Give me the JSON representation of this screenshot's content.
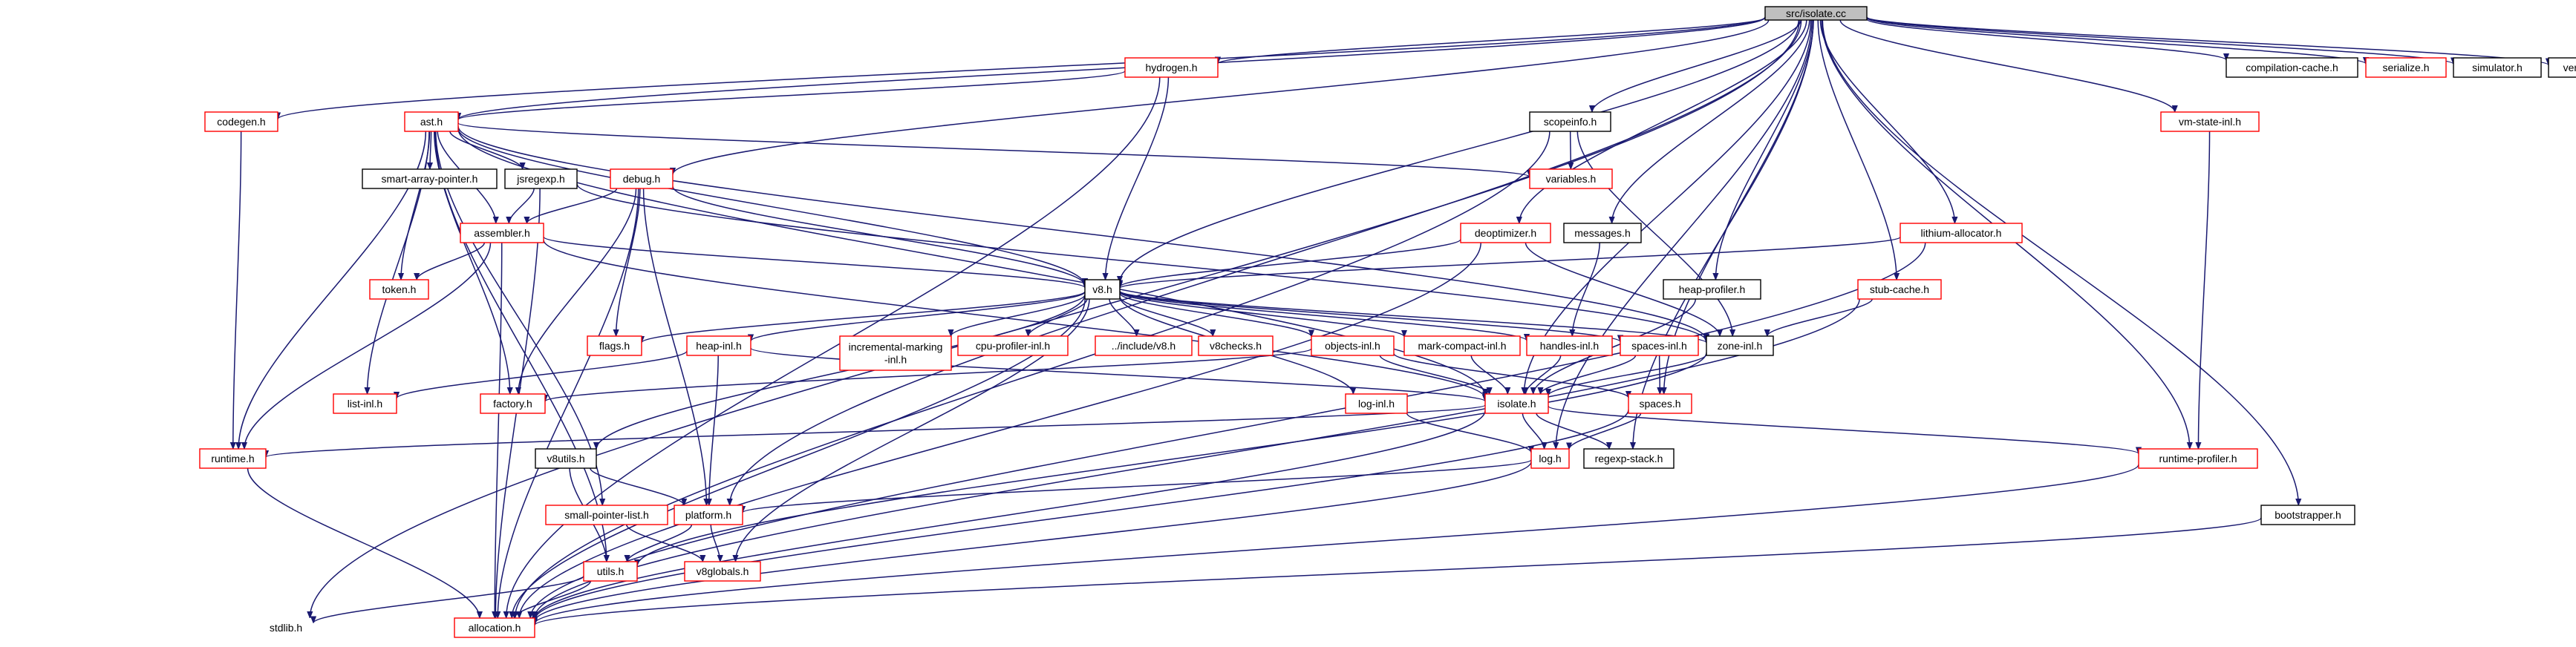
{
  "graph": {
    "root": "src/isolate.cc",
    "colors": {
      "edge": "#191970",
      "border_missing": "#ff0000",
      "border_present": "#000000",
      "root_fill": "#bfbfbf"
    },
    "nodes": [
      {
        "id": "src/isolate.cc",
        "kind": "root"
      },
      {
        "id": "hydrogen.h",
        "kind": "red"
      },
      {
        "id": "compilation-cache.h",
        "kind": "black"
      },
      {
        "id": "serialize.h",
        "kind": "red"
      },
      {
        "id": "simulator.h",
        "kind": "black"
      },
      {
        "id": "version.h",
        "kind": "black"
      },
      {
        "id": "codegen.h",
        "kind": "red"
      },
      {
        "id": "ast.h",
        "kind": "red"
      },
      {
        "id": "scopeinfo.h",
        "kind": "black"
      },
      {
        "id": "vm-state-inl.h",
        "kind": "red"
      },
      {
        "id": "smart-array-pointer.h",
        "kind": "black"
      },
      {
        "id": "jsregexp.h",
        "kind": "black"
      },
      {
        "id": "debug.h",
        "kind": "red"
      },
      {
        "id": "variables.h",
        "kind": "red"
      },
      {
        "id": "assembler.h",
        "kind": "red"
      },
      {
        "id": "deoptimizer.h",
        "kind": "red"
      },
      {
        "id": "messages.h",
        "kind": "black"
      },
      {
        "id": "lithium-allocator.h",
        "kind": "red"
      },
      {
        "id": "token.h",
        "kind": "red"
      },
      {
        "id": "v8.h",
        "kind": "black"
      },
      {
        "id": "heap-profiler.h",
        "kind": "black"
      },
      {
        "id": "stub-cache.h",
        "kind": "red"
      },
      {
        "id": "flags.h",
        "kind": "red"
      },
      {
        "id": "heap-inl.h",
        "kind": "red"
      },
      {
        "id": "incremental-marking\n-inl.h",
        "kind": "red"
      },
      {
        "id": "cpu-profiler-inl.h",
        "kind": "red"
      },
      {
        "id": "../include/v8.h",
        "kind": "red"
      },
      {
        "id": "v8checks.h",
        "kind": "red"
      },
      {
        "id": "objects-inl.h",
        "kind": "red"
      },
      {
        "id": "mark-compact-inl.h",
        "kind": "red"
      },
      {
        "id": "handles-inl.h",
        "kind": "red"
      },
      {
        "id": "spaces-inl.h",
        "kind": "red"
      },
      {
        "id": "zone-inl.h",
        "kind": "black"
      },
      {
        "id": "list-inl.h",
        "kind": "red"
      },
      {
        "id": "factory.h",
        "kind": "red"
      },
      {
        "id": "log-inl.h",
        "kind": "red"
      },
      {
        "id": "isolate.h",
        "kind": "red"
      },
      {
        "id": "spaces.h",
        "kind": "red"
      },
      {
        "id": "runtime.h",
        "kind": "red"
      },
      {
        "id": "v8utils.h",
        "kind": "black"
      },
      {
        "id": "log.h",
        "kind": "red"
      },
      {
        "id": "regexp-stack.h",
        "kind": "black"
      },
      {
        "id": "runtime-profiler.h",
        "kind": "red"
      },
      {
        "id": "small-pointer-list.h",
        "kind": "red"
      },
      {
        "id": "platform.h",
        "kind": "red"
      },
      {
        "id": "bootstrapper.h",
        "kind": "black"
      },
      {
        "id": "utils.h",
        "kind": "red"
      },
      {
        "id": "v8globals.h",
        "kind": "red"
      },
      {
        "id": "stdlib.h",
        "kind": "plain"
      },
      {
        "id": "allocation.h",
        "kind": "red"
      }
    ]
  }
}
